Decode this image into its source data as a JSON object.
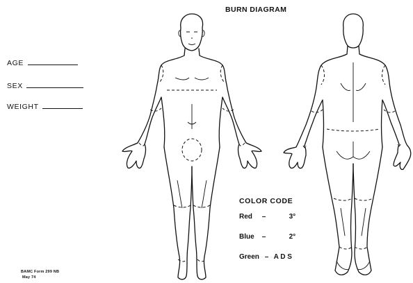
{
  "title": "BURN DIAGRAM",
  "patient_fields": [
    {
      "label": "AGE"
    },
    {
      "label": "SEX"
    },
    {
      "label": "WEIGHT"
    }
  ],
  "color_code": {
    "heading": "COLOR CODE",
    "entries": [
      {
        "color": "Red",
        "separator": "–",
        "degree": "3°"
      },
      {
        "color": "Blue",
        "separator": "–",
        "degree": "2°"
      },
      {
        "color": "Green",
        "separator": "–",
        "degree": "A D S"
      }
    ]
  },
  "form_footer": {
    "form_number": "BAMC Form 299 NB",
    "date": "May 74"
  }
}
